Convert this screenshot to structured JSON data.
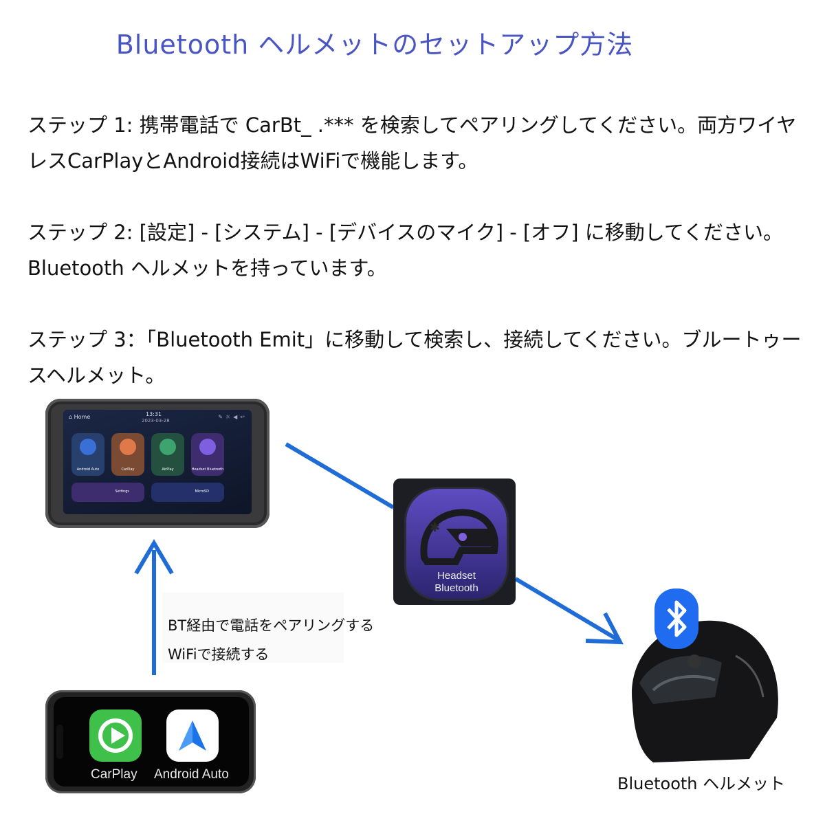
{
  "title": "Bluetooth ヘルメットのセットアップ方法",
  "steps": {
    "step1": "ステップ 1: 携帯電話で CarBt_ .*** を検索してペアリングしてください。両方ワイヤレスCarPlayとAndroid接続はWiFiで機能します。",
    "step2": "ステップ 2: [設定] - [システム] - [デバイスのマイク] - [オフ] に移動してください。Bluetooth ヘルメットを持っています。",
    "step3": "ステップ 3：「Bluetooth Emit」に移動して検索し、接続してください。ブルートゥースヘルメット。"
  },
  "tablet": {
    "home": "Home",
    "time": "13:31",
    "date": "2023-03-28",
    "tiles": [
      "Android Auto",
      "CarPlay",
      "AirPlay",
      "Headset Bluetooth"
    ],
    "settings": "Settings",
    "microsd": "MicroSD"
  },
  "badge": {
    "line1": "Headset",
    "line2": "Bluetooth"
  },
  "caption": {
    "line1": "BT経由で電話をペアリングする",
    "line2": "WiFiで接続する"
  },
  "phone": {
    "app1": "CarPlay",
    "app2": "Android Auto"
  },
  "helmet_label": "Bluetooth ヘルメット",
  "colors": {
    "title": "#4a55c4",
    "arrow": "#1f6cd6",
    "badge": "#5e4cc2"
  }
}
